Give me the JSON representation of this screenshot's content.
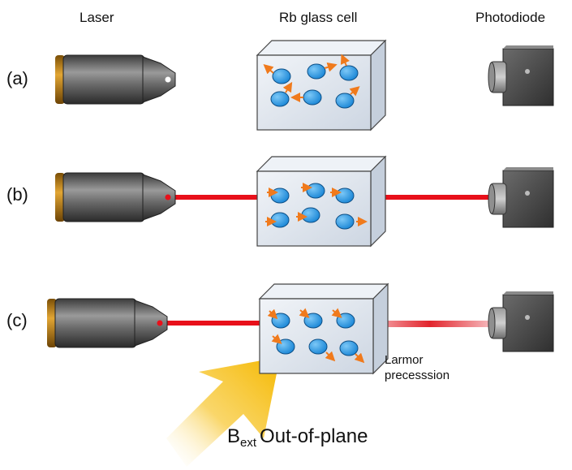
{
  "columns": {
    "laser": "Laser",
    "cell": "Rb glass cell",
    "detector": "Photodiode"
  },
  "rows": [
    {
      "label": "(a)",
      "beam": "off",
      "spins": "random"
    },
    {
      "label": "(b)",
      "beam": "transmitted",
      "spins": "aligned"
    },
    {
      "label": "(c)",
      "beam": "attenuated",
      "spins": "precessing"
    }
  ],
  "annotations": {
    "larmor_line1": "Larmor",
    "larmor_line2": "precesssion",
    "field_symbol": "B",
    "field_subscript": "ext",
    "field_text": "Out-of-plane"
  },
  "colors": {
    "beam": "#e8101a",
    "atom": "#2b9fe6",
    "spin_arrow": "#f07a1c",
    "field_arrow": "#f5b800",
    "laser_band": "#c98a16",
    "cell_face": "#dfe6ef",
    "detector_body": "#555555"
  }
}
